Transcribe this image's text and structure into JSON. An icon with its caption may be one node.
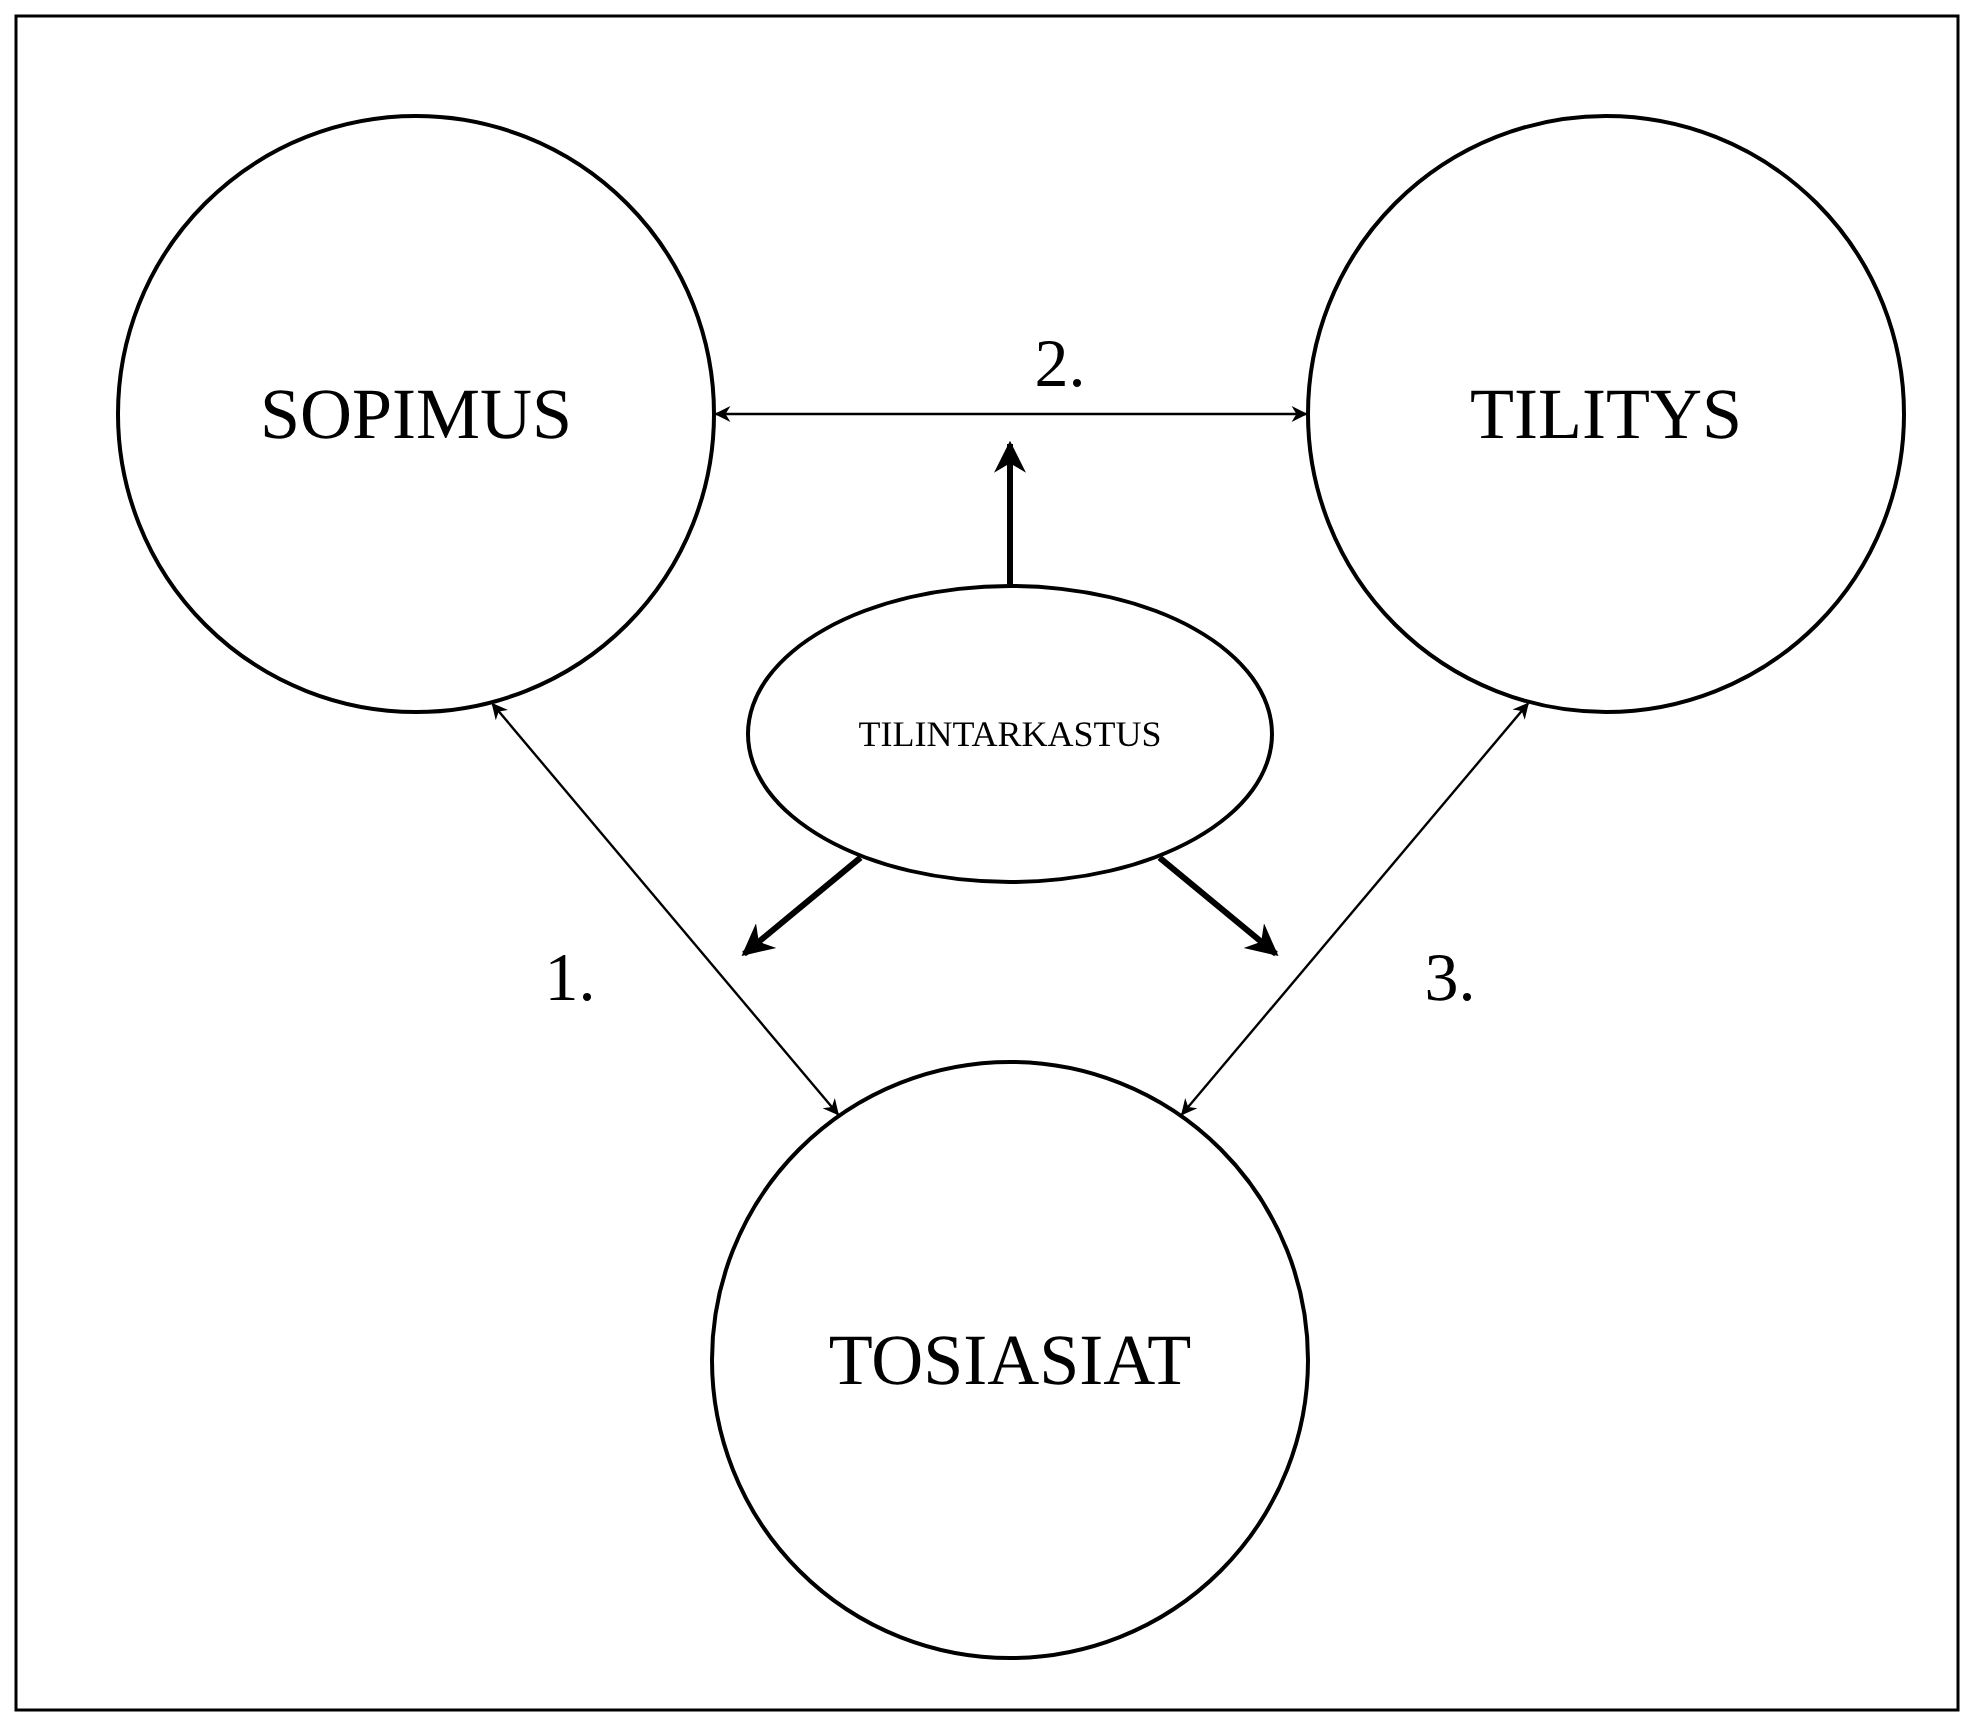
{
  "diagram": {
    "nodes": [
      {
        "text": [
          "SOPIMUS"
        ]
      },
      {
        "text": [
          "TILITYS"
        ]
      },
      {
        "text": [
          "TILINTARKASTUS"
        ]
      },
      {
        "text": [
          "TOSIASIAT"
        ]
      }
    ],
    "edges": [
      {
        "from": 0,
        "to": 1,
        "arrow": "both",
        "label": "2."
      },
      {
        "from": 2,
        "to": null,
        "arrow": "to",
        "style": "thick"
      },
      {
        "from": 2,
        "to": null,
        "arrow": "to",
        "style": "thick"
      },
      {
        "from": 2,
        "to": null,
        "arrow": "to",
        "style": "thick"
      },
      {
        "from": 0,
        "to": 3,
        "arrow": "both",
        "label": "1."
      },
      {
        "from": 1,
        "to": 3,
        "arrow": "both",
        "label": "3."
      }
    ]
  }
}
